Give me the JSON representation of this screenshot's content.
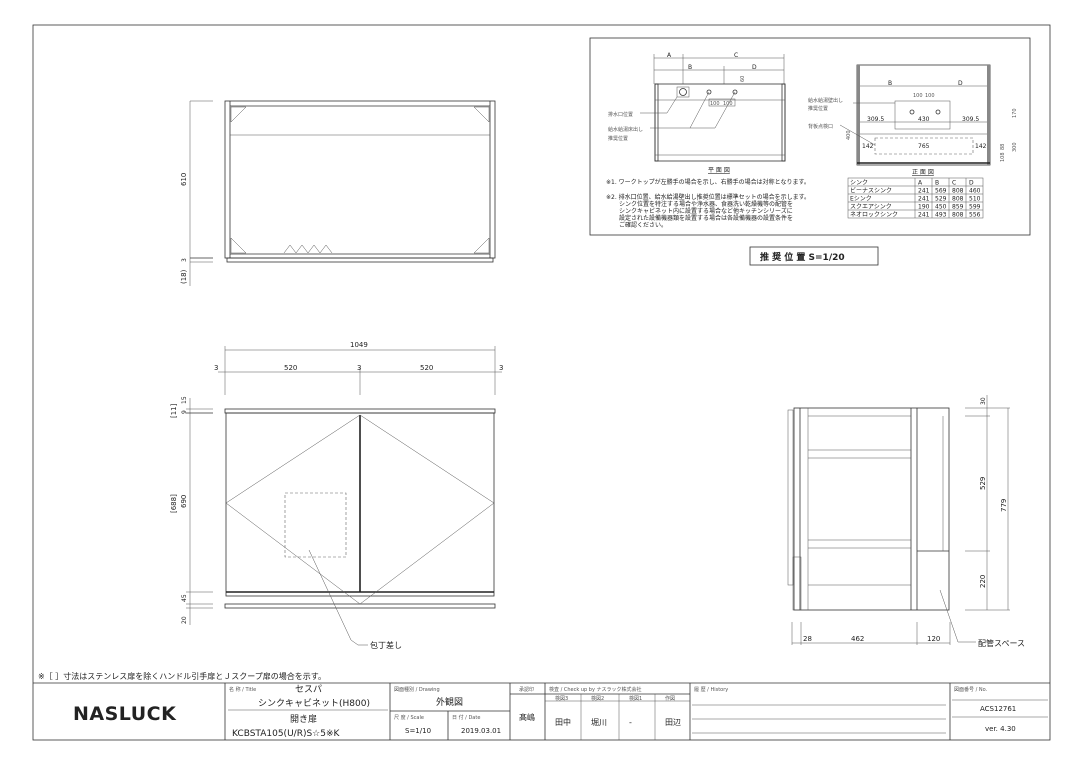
{
  "note": "※［ ］寸法はステンレス扉を除くハンドル引手扉とＪスクープ扉の場合を示す。",
  "logo": "NASLUCK",
  "title_block": {
    "title_label": "名 称 / Title",
    "title_line1": "セスパ",
    "title_line2": "シンクキャビネット(H800)",
    "title_line3": "開き扉",
    "model": "KCBSTA105(U/R)S☆5※K",
    "drawing_label": "図面種別 / Drawing",
    "drawing": "外観図",
    "scale_label": "尺 度 / Scale",
    "scale": "S=1/10",
    "date_label": "日 付 / Date",
    "date": "2019.03.01",
    "approval_label": "承認印",
    "approval": "髙嶋",
    "check_label": "検査 / Check up by ナスラック株式会社",
    "check_cols": [
      {
        "label": "検図3",
        "value": "田中"
      },
      {
        "label": "検図2",
        "value": "堀川"
      },
      {
        "label": "検図1",
        "value": "-"
      },
      {
        "label": "作図",
        "value": "田辺"
      }
    ],
    "history_label": "履 歴 / History",
    "no_label": "図面番号 / No.",
    "no": "ACS12761",
    "version": "ver. 4.30"
  },
  "recommended": {
    "label": "推 奨 位 置  S=1/20",
    "plan_title": "平 面 図",
    "front_title": "正 面 図",
    "drain_label": "排水口位置",
    "supply_label_1": "給水給湯床出し",
    "supply_label_2": "推奨位置",
    "wall_label_1": "給水給湯壁出し",
    "wall_label_2": "推奨位置",
    "inspect_label": "背板点検口",
    "dims": {
      "a": "A",
      "b": "B",
      "c": "C",
      "d": "D",
      "d100a": "100",
      "d100b": "100",
      "d60": "60",
      "d309l": "309.5",
      "d430": "430",
      "d309r": "309.5",
      "d142l": "142",
      "d765": "765",
      "d142r": "142",
      "d400": "400",
      "d170": "170",
      "d300": "300",
      "d88": "88",
      "d108": "108"
    },
    "notes": [
      "※1. ワークトップが左勝手の場合を示し、右勝手の場合は対称となります。",
      "※2. 排水口位置、給水給湯壁出し推奨位置は標準セットの場合を示します。",
      "シンク位置を特注する場合や浄水器、食器洗い乾燥機等の配管を",
      "シンクキャビネット内に設置する場合など他キッチンシリーズに",
      "設定された設備機器類を設置する場合は各設備機器の設置条件を",
      "ご確認ください。"
    ],
    "table": {
      "headers": [
        "シンク",
        "A",
        "B",
        "C",
        "D"
      ],
      "rows": [
        [
          "ビーナスシンク",
          "241",
          "569",
          "808",
          "460"
        ],
        [
          "Eシンク",
          "241",
          "529",
          "808",
          "510"
        ],
        [
          "スクエアシンク",
          "190",
          "450",
          "859",
          "599"
        ],
        [
          "ネオロックシンク",
          "241",
          "493",
          "808",
          "556"
        ]
      ]
    }
  },
  "top_view": {
    "h610": "610",
    "h3": "3",
    "h18": "(18)"
  },
  "front_view": {
    "w1049": "1049",
    "widths": [
      "3",
      "520",
      "3",
      "520",
      "3"
    ],
    "h15": "15",
    "h9": "9",
    "h11": "[11]",
    "h690": "690",
    "h688": "[688]",
    "h45": "45",
    "h20": "20",
    "knife_label": "包丁差し"
  },
  "side_view": {
    "h30": "30",
    "h529": "529",
    "h779": "779",
    "h220": "220",
    "w28": "28",
    "w462": "462",
    "w120": "120",
    "pipe_label": "配管スペース"
  }
}
